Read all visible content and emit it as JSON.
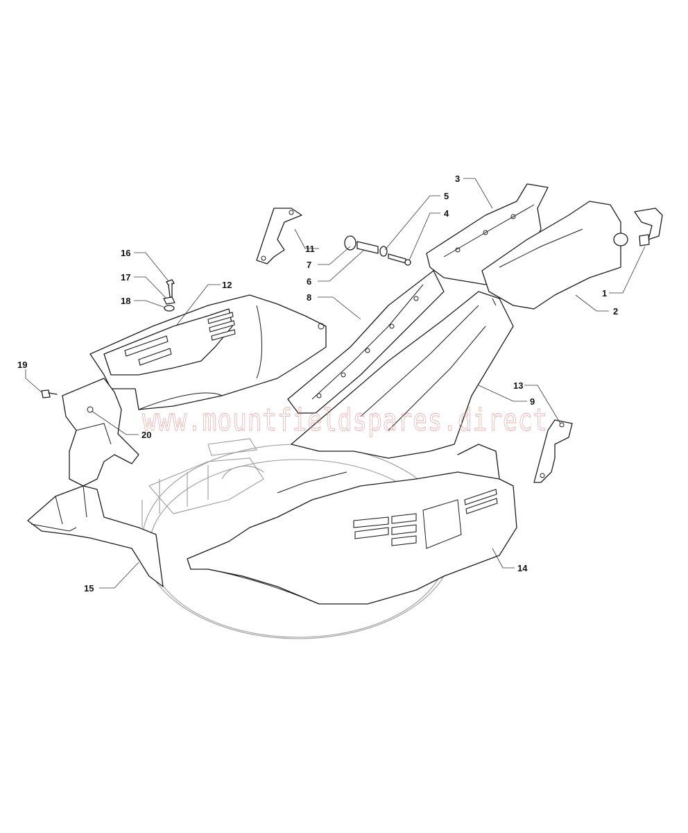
{
  "diagram": {
    "watermark": "www.mountfieldspares.direct",
    "callouts": [
      {
        "id": "1",
        "text": "1"
      },
      {
        "id": "2",
        "text": "2"
      },
      {
        "id": "3",
        "text": "3"
      },
      {
        "id": "4",
        "text": "4"
      },
      {
        "id": "5",
        "text": "5"
      },
      {
        "id": "6",
        "text": "6"
      },
      {
        "id": "7",
        "text": "7"
      },
      {
        "id": "8",
        "text": "8"
      },
      {
        "id": "9",
        "text": "9"
      },
      {
        "id": "11",
        "text": "11"
      },
      {
        "id": "12",
        "text": "12"
      },
      {
        "id": "13",
        "text": "13"
      },
      {
        "id": "14",
        "text": "14"
      },
      {
        "id": "15",
        "text": "15"
      },
      {
        "id": "16",
        "text": "16"
      },
      {
        "id": "17",
        "text": "17"
      },
      {
        "id": "18",
        "text": "18"
      },
      {
        "id": "19",
        "text": "19"
      },
      {
        "id": "20",
        "text": "20"
      }
    ]
  }
}
